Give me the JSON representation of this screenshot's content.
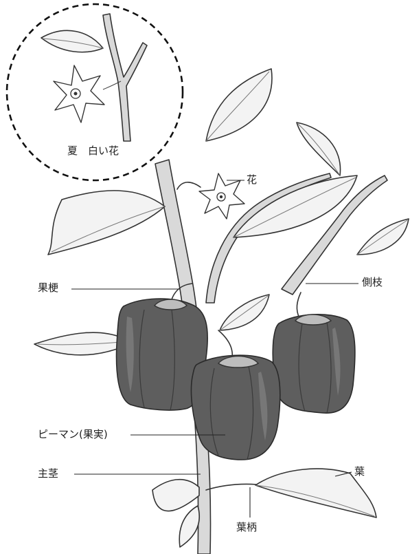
{
  "inset": {
    "caption": "夏　白い花"
  },
  "labels": {
    "flower": "花",
    "peduncle": "果梗",
    "side_branch": "側枝",
    "fruit": "ピーマン(果実)",
    "main_stem": "主茎",
    "leaf": "葉",
    "petiole": "葉柄"
  }
}
